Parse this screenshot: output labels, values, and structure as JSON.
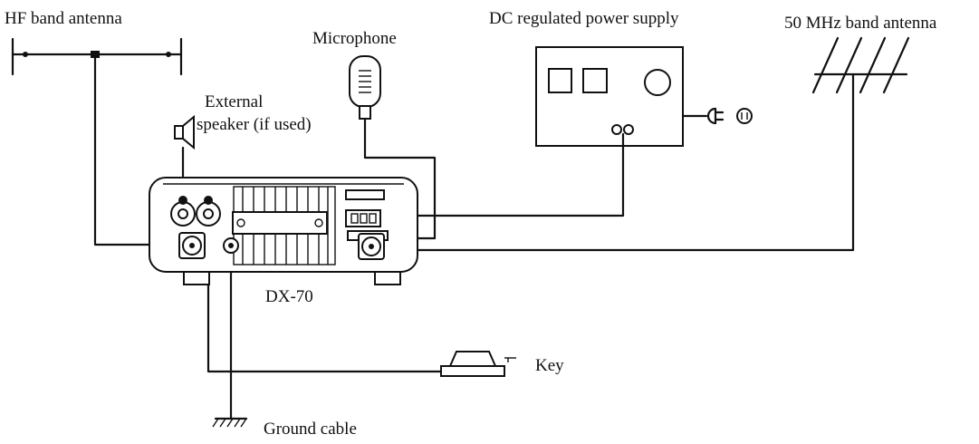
{
  "labels": {
    "hf_antenna": "HF band antenna",
    "microphone": "Microphone",
    "power_supply": "DC regulated power supply",
    "mhz50_antenna": "50 MHz band antenna",
    "ext_speaker_line1": "External",
    "ext_speaker_line2": "speaker (if used)",
    "model": "DX-70",
    "key": "Key",
    "ground": "Ground cable"
  }
}
